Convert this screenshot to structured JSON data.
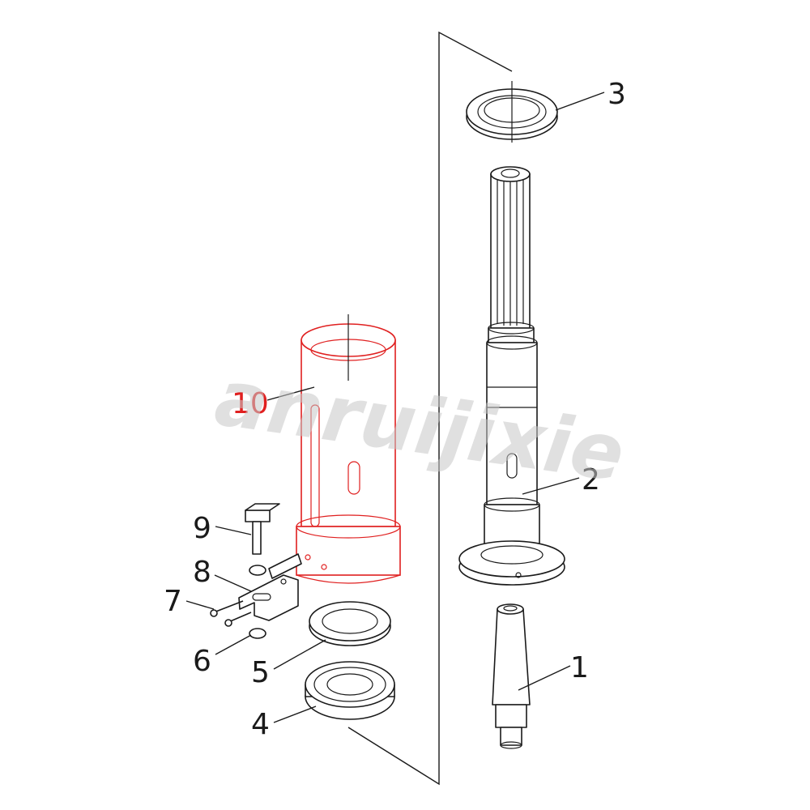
{
  "callouts": [
    {
      "number": "1"
    },
    {
      "number": "2"
    },
    {
      "number": "3"
    },
    {
      "number": "4"
    },
    {
      "number": "5"
    },
    {
      "number": "6"
    },
    {
      "number": "7"
    },
    {
      "number": "8"
    },
    {
      "number": "9"
    },
    {
      "number": "10",
      "highlighted": true
    }
  ],
  "watermark": "anruijixie",
  "colors": {
    "line": "#1a1a1a",
    "highlight": "#e02020",
    "watermark": "#c8c8c8"
  }
}
